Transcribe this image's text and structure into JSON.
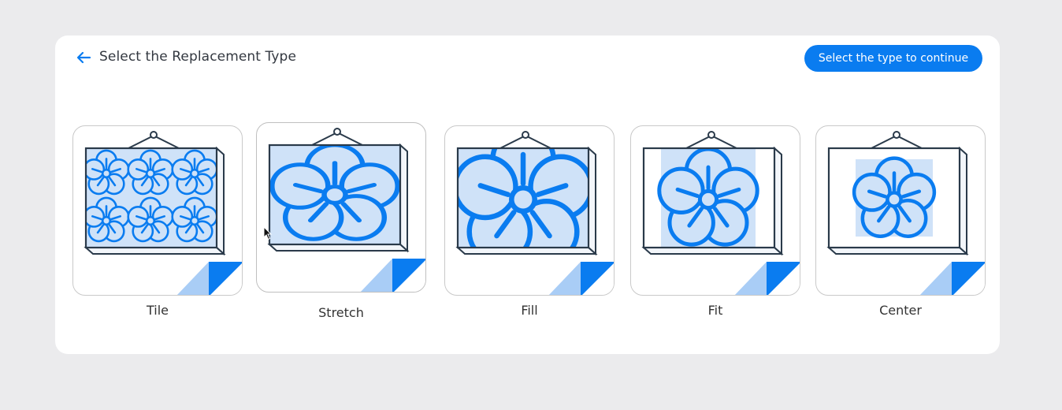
{
  "header": {
    "back_icon": "arrow-left-icon",
    "title": "Select the Replacement Type",
    "continue_label": "Select the type to continue"
  },
  "options": [
    {
      "label": "Tile",
      "icon": "tile-flower-icon"
    },
    {
      "label": "Stretch",
      "icon": "stretch-flower-icon"
    },
    {
      "label": "Fill",
      "icon": "fill-flower-icon"
    },
    {
      "label": "Fit",
      "icon": "fit-flower-icon"
    },
    {
      "label": "Center",
      "icon": "center-flower-icon"
    }
  ],
  "colors": {
    "accent": "#0a7cf0",
    "frame_fill": "#cfe2f8",
    "frame_stroke": "#2a3a4a",
    "background": "#ebebed"
  }
}
